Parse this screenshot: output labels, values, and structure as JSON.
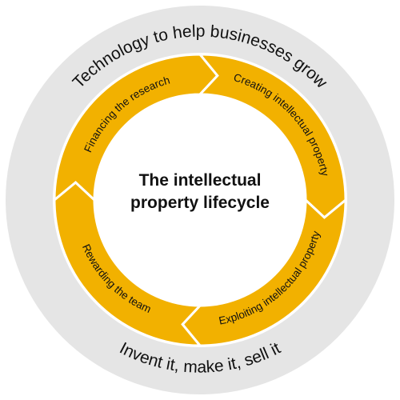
{
  "outer_ring": {
    "top_text": "Technology to help businesses grow",
    "bottom_text": "Invent it, make it, sell it"
  },
  "center": {
    "line1": "The intellectual",
    "line2": "property lifecycle"
  },
  "segments": [
    {
      "label": "Financing the research"
    },
    {
      "label": "Creating intellectual property"
    },
    {
      "label": "Exploiting intellectual property"
    },
    {
      "label": "Rewarding the team"
    }
  ],
  "colors": {
    "outer_ring": "#e5e5e5",
    "segment_fill": "#f2b100",
    "segment_border": "#ffffff",
    "text": "#111111",
    "center_fill": "#ffffff"
  }
}
